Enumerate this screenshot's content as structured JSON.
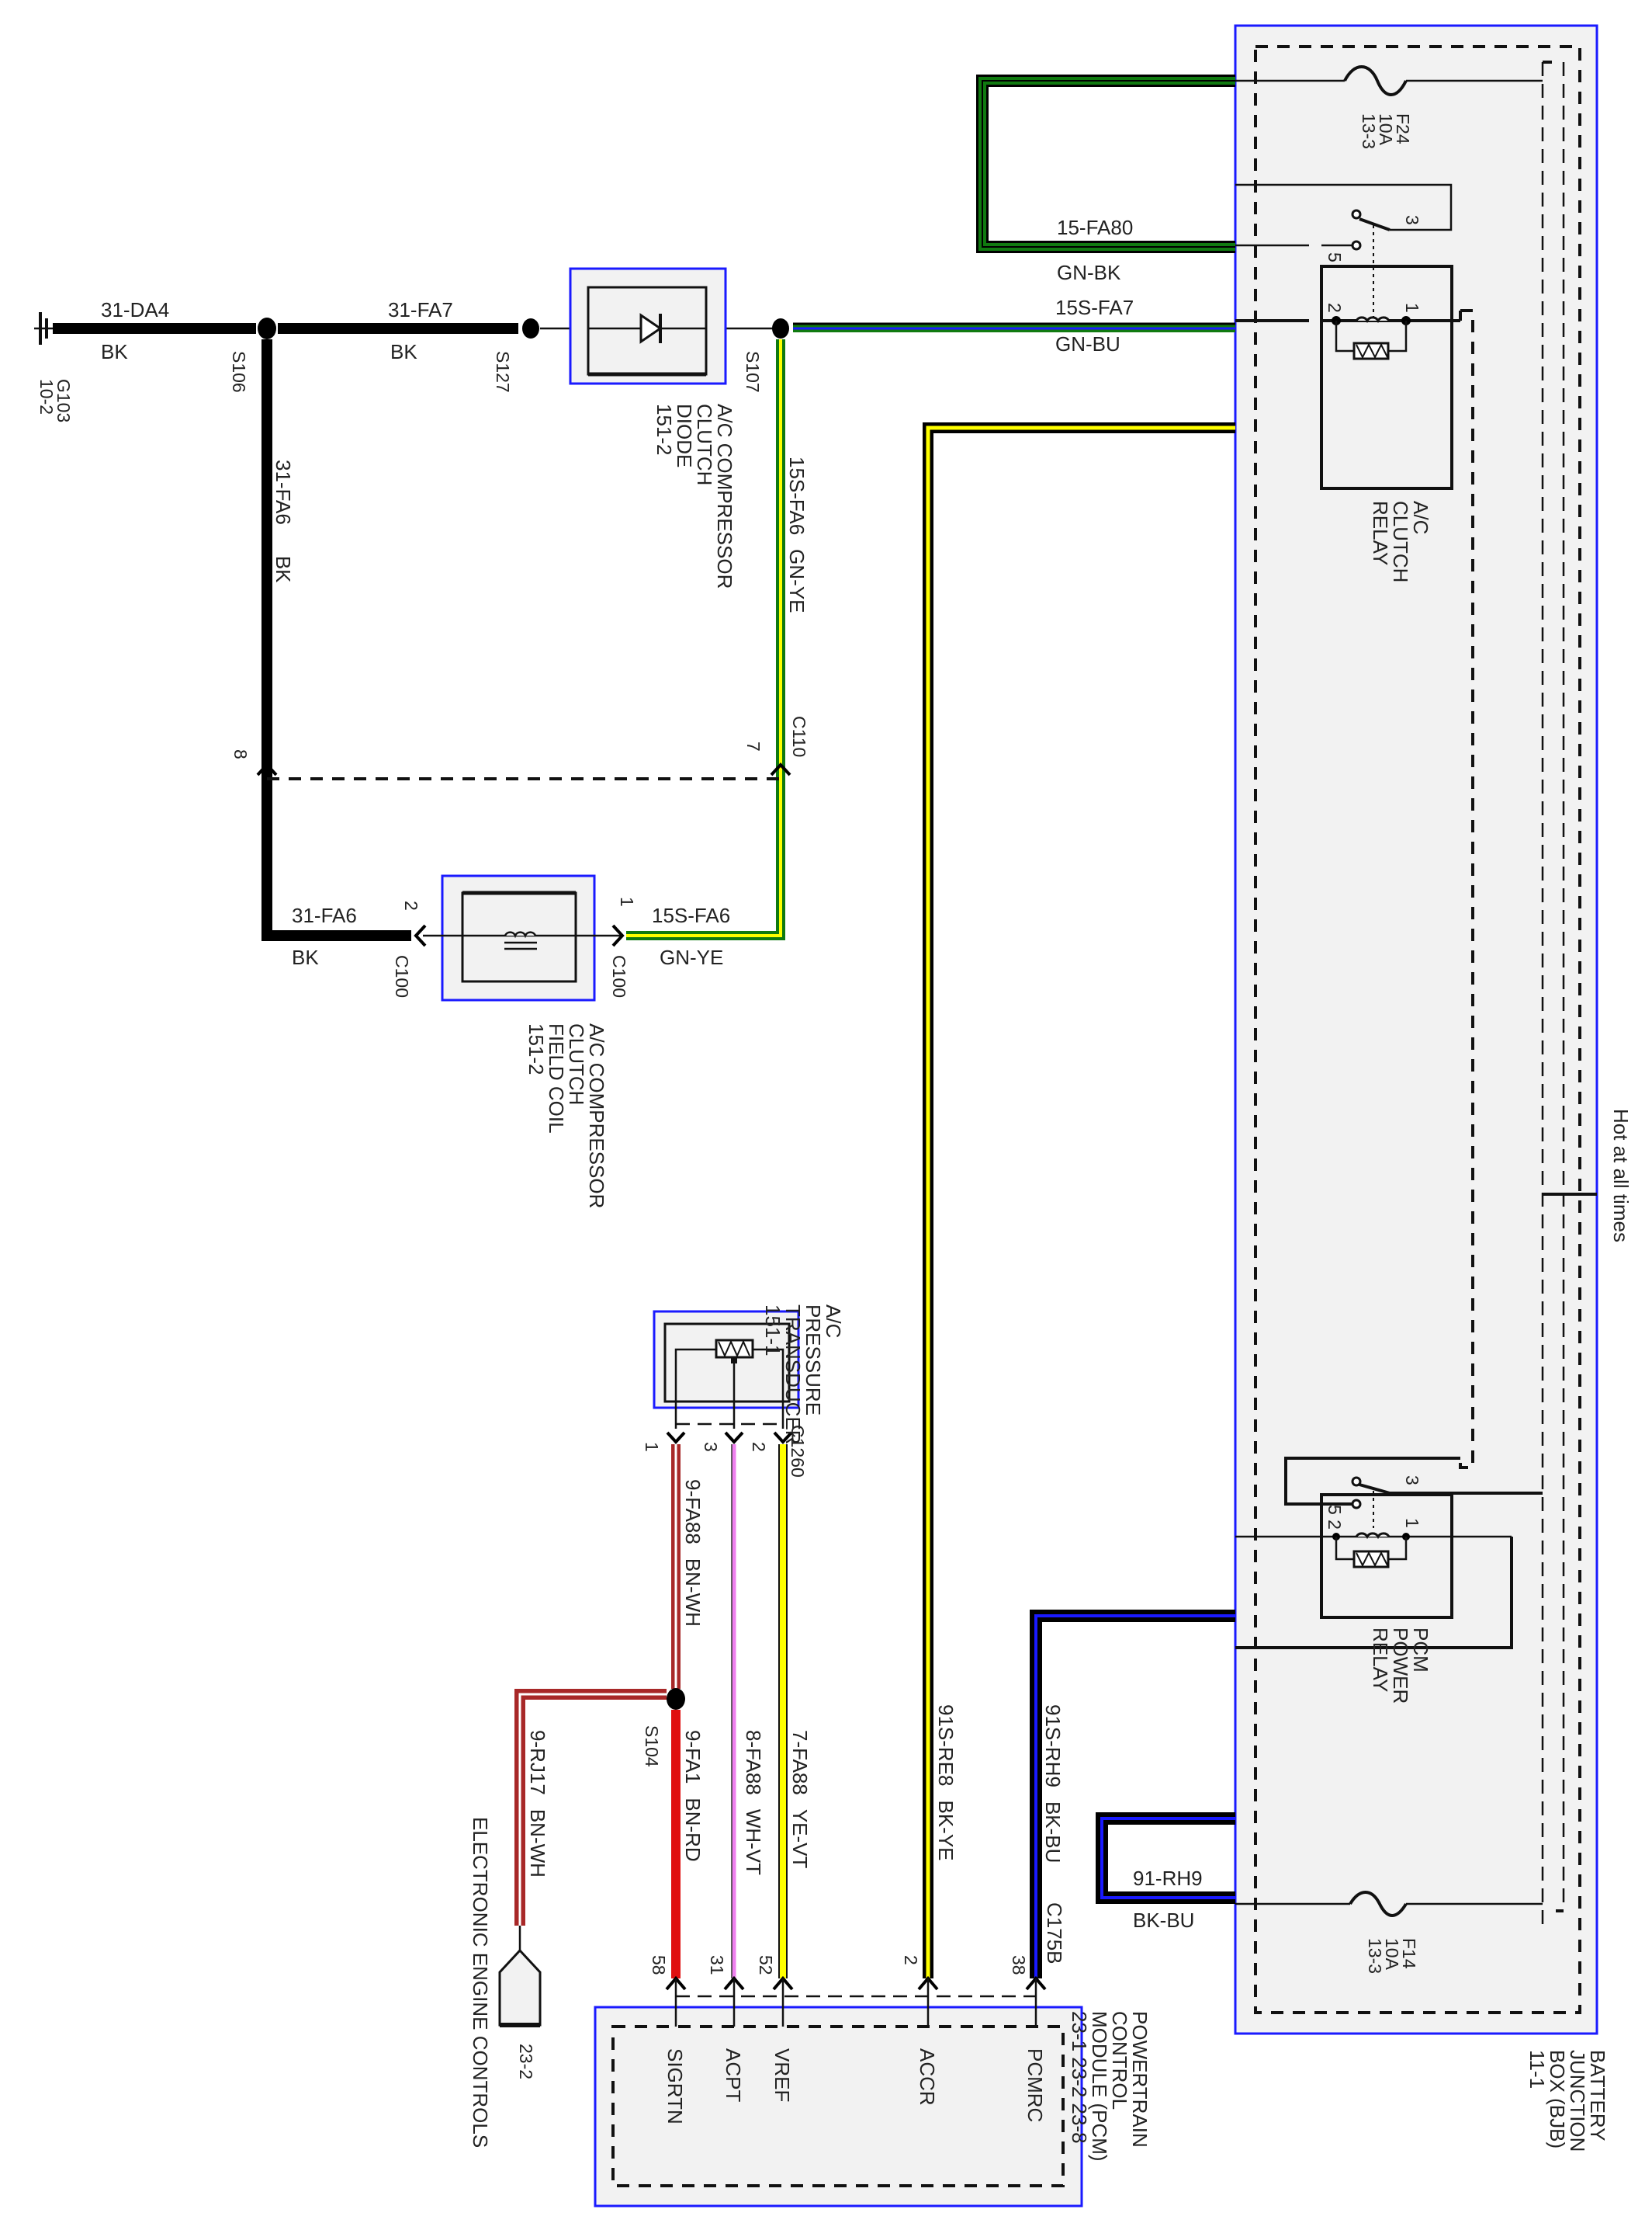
{
  "title": "A/C Compressor Clutch Control Circuit",
  "ground": {
    "id": "G103",
    "ref": "10-2"
  },
  "splices": {
    "s106": "S106",
    "s127": "S127",
    "s107": "S107",
    "s104": "S104"
  },
  "wires": {
    "w31DA4": {
      "circuit": "31-DA4",
      "color": "BK"
    },
    "w31FA7": {
      "circuit": "31-FA7",
      "color": "BK"
    },
    "w31FA6_v": {
      "circuit": "31-FA6",
      "color": "BK"
    },
    "w31FA6_h": {
      "circuit": "31-FA6",
      "color": "BK"
    },
    "w15SFA6_v": {
      "circuit": "15S-FA6",
      "color": "GN-YE"
    },
    "w15SFA6_h": {
      "circuit": "15S-FA6",
      "color": "GN-YE"
    },
    "w15FA80": {
      "circuit": "15-FA80",
      "color": "GN-BK"
    },
    "w15SFA7": {
      "circuit": "15S-FA7",
      "color": "GN-BU"
    },
    "w91SRE8": {
      "circuit": "91S-RE8",
      "color": "BK-YE"
    },
    "w91SRH9": {
      "circuit": "91S-RH9",
      "color": "BK-BU"
    },
    "w91RH9": {
      "circuit": "91-RH9",
      "color": "BK-BU"
    },
    "w9FA88": {
      "circuit": "9-FA88",
      "color": "BN-WH"
    },
    "w9FA1": {
      "circuit": "9-FA1",
      "color": "BN-RD"
    },
    "w8FA88": {
      "circuit": "8-FA88",
      "color": "WH-VT"
    },
    "w7FA88": {
      "circuit": "7-FA88",
      "color": "YE-VT"
    },
    "w9RJ17": {
      "circuit": "9-RJ17",
      "color": "BN-WH"
    }
  },
  "components": {
    "diode": {
      "lines": [
        "A/C COMPRESSOR",
        "CLUTCH",
        "DIODE",
        "151-2"
      ]
    },
    "field_coil": {
      "lines": [
        "A/C COMPRESSOR",
        "CLUTCH",
        "FIELD COIL",
        "151-2"
      ]
    },
    "transducer": {
      "lines": [
        "A/C",
        "PRESSURE",
        "TRANSDUCER",
        "151-1"
      ]
    },
    "pcm": {
      "lines": [
        "POWERTRAIN",
        "CONTROL",
        "MODULE (PCM)",
        "23-1   23-2   23-8"
      ]
    },
    "bjb": {
      "lines": [
        "BATTERY",
        "JUNCTION",
        "BOX (BJB)",
        "11-1"
      ]
    },
    "ac_relay": {
      "lines": [
        "A/C",
        "CLUTCH",
        "RELAY"
      ]
    },
    "pcm_relay": {
      "lines": [
        "PCM",
        "POWER",
        "RELAY"
      ]
    },
    "eec": {
      "ref": "23-2",
      "label": "ELECTRONIC ENGINE CONTROLS"
    }
  },
  "fuses": {
    "f24": {
      "id": "F24",
      "rating": "10A",
      "ref": "13-3"
    },
    "f14": {
      "id": "F14",
      "rating": "10A",
      "ref": "13-3"
    }
  },
  "connectors": {
    "c110": "C110",
    "c110_pin8": "8",
    "c110_pin7": "7",
    "c100_left": "C100",
    "c100_right": "C100",
    "c100_pin2": "2",
    "c100_pin1": "1",
    "c1260": "C1260",
    "c1260_pin1": "1",
    "c1260_pin3": "3",
    "c1260_pin2": "2",
    "c175b": "C175B"
  },
  "pcm_pins": [
    {
      "pin": "58",
      "name": "SIGRTN"
    },
    {
      "pin": "31",
      "name": "ACPT"
    },
    {
      "pin": "52",
      "name": "VREF"
    },
    {
      "pin": "2",
      "name": "ACCR"
    },
    {
      "pin": "38",
      "name": "PCMRC"
    }
  ],
  "relay_pins": {
    "ac": {
      "p3": "3",
      "p5": "5",
      "p2": "2",
      "p1": "1"
    },
    "pcm": {
      "p3": "3",
      "p52": "5 2",
      "p1": "1"
    }
  },
  "hot_label": "Hot at all times",
  "wire_colors": {
    "black": "#000000",
    "green": "#107a10",
    "yellow": "#ffff00",
    "blue": "#1a1aff",
    "brown_red": "#a82828",
    "red": "#e01010",
    "violet": "#f080f0",
    "box_border": "#1a1aff",
    "box_fill": "#f2f2f2"
  }
}
